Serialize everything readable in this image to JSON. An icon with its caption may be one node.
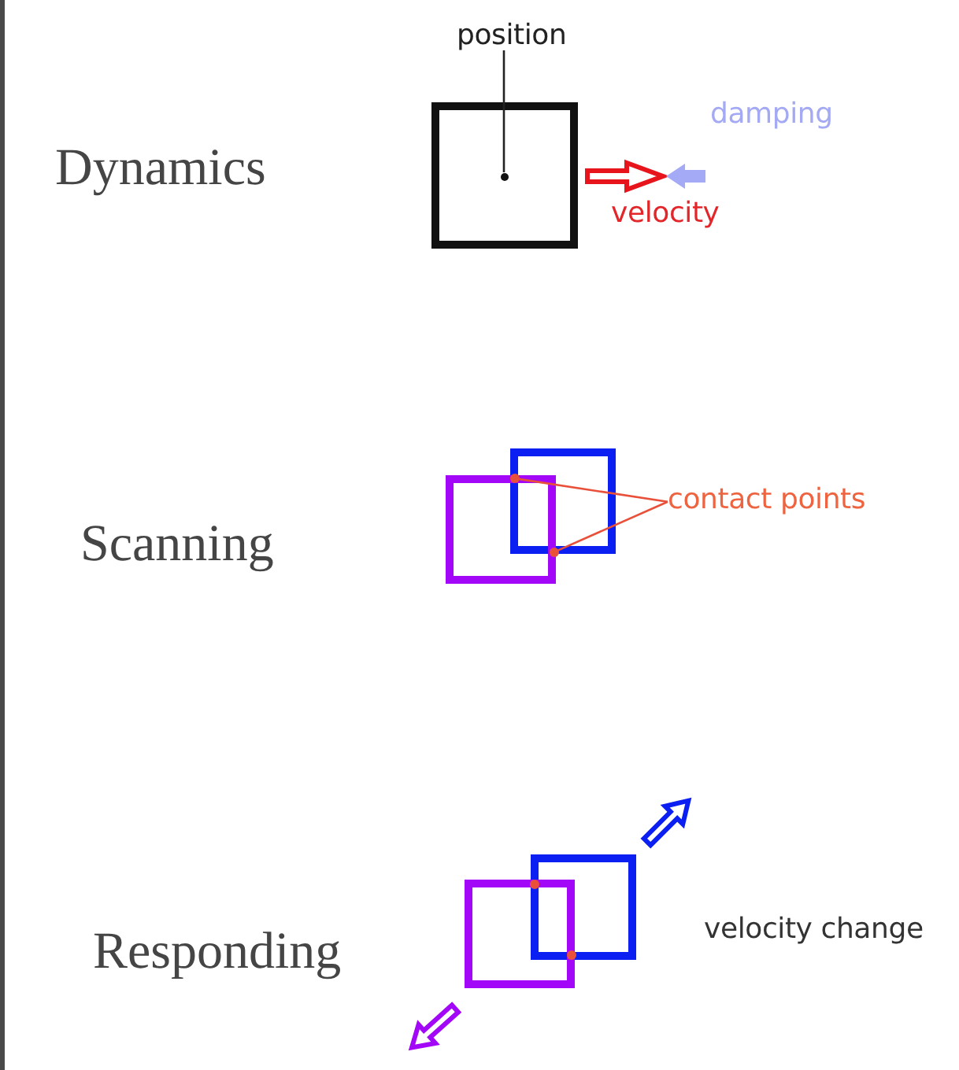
{
  "diagram": {
    "nodes": [
      {
        "text": [
          "position"
        ]
      },
      {
        "text": [],
        "shape": "circle"
      },
      {
        "text": [
          "contact points"
        ]
      },
      {
        "text": [],
        "shape": "circle"
      },
      {
        "text": [],
        "shape": "circle"
      }
    ],
    "edges": [
      {
        "from": 0,
        "to": 1,
        "arrow": "none",
        "color": "#222222"
      },
      {
        "from": 2,
        "to": 3,
        "arrow": "none"
      },
      {
        "from": 2,
        "to": 4,
        "arrow": "none"
      }
    ],
    "labels": [
      "Dynamics",
      "damping",
      "velocity",
      "Scanning",
      "Responding",
      "velocity change"
    ]
  }
}
